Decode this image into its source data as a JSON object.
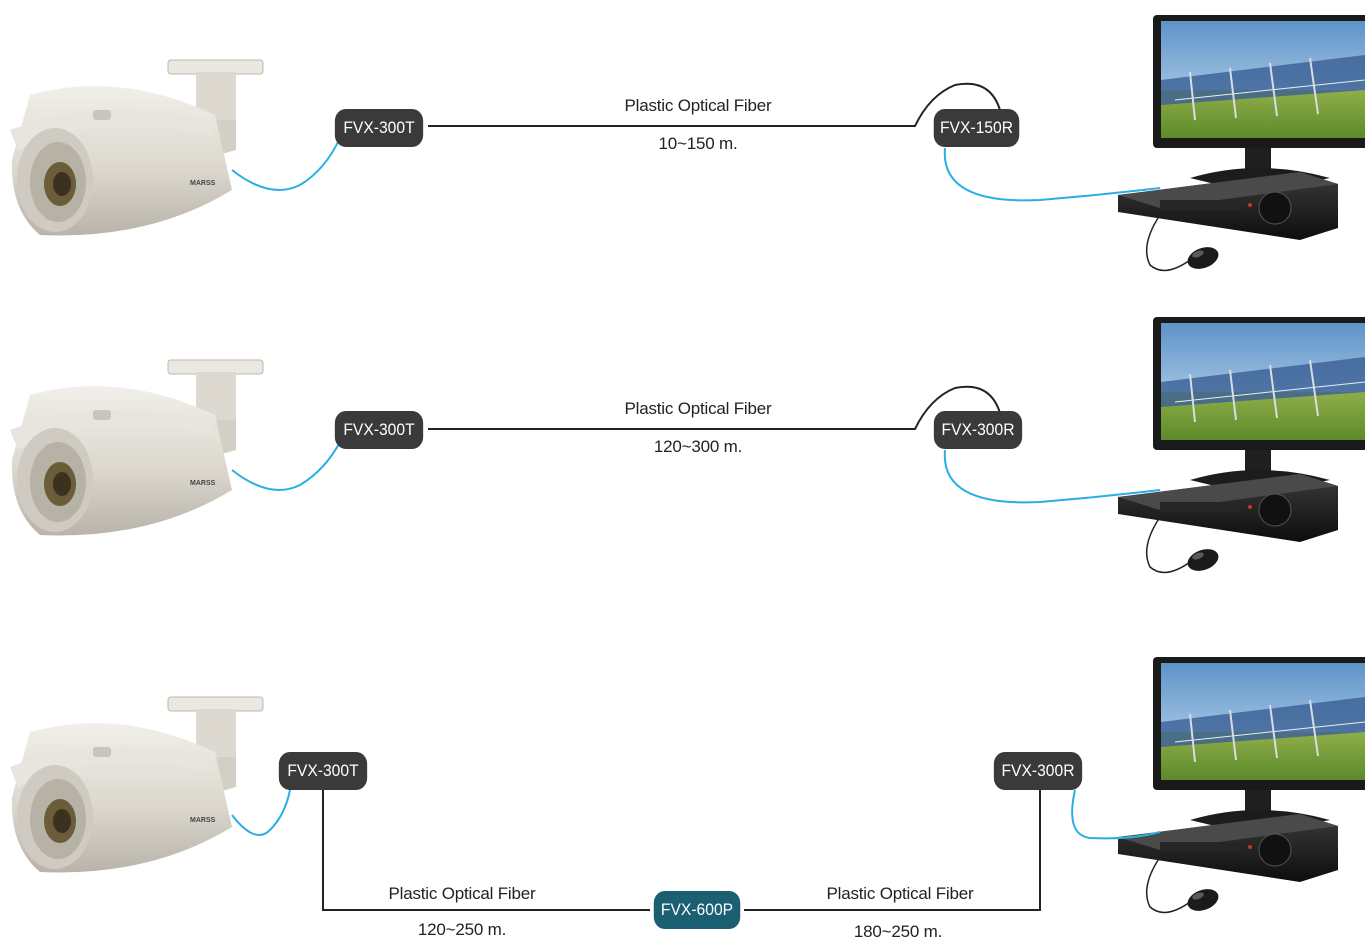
{
  "rows": [
    {
      "transmitter": "FVX-300T",
      "receiver": "FVX-150R",
      "link_label": "Plastic Optical Fiber",
      "distance": "10~150 m."
    },
    {
      "transmitter": "FVX-300T",
      "receiver": "FVX-300R",
      "link_label": "Plastic Optical Fiber",
      "distance": "120~300 m."
    },
    {
      "transmitter": "FVX-300T",
      "repeater": "FVX-600P",
      "receiver": "FVX-300R",
      "link_left_label": "Plastic Optical Fiber",
      "distance_left": "120~250 m.",
      "link_right_label": "Plastic Optical Fiber",
      "distance_right": "180~250 m."
    }
  ],
  "camera_brand": "MARSS",
  "colors": {
    "node": "#3a3a3a",
    "repeater": "#1b5f72",
    "fiber": "#222222",
    "coax_cable": "#29aee6"
  }
}
